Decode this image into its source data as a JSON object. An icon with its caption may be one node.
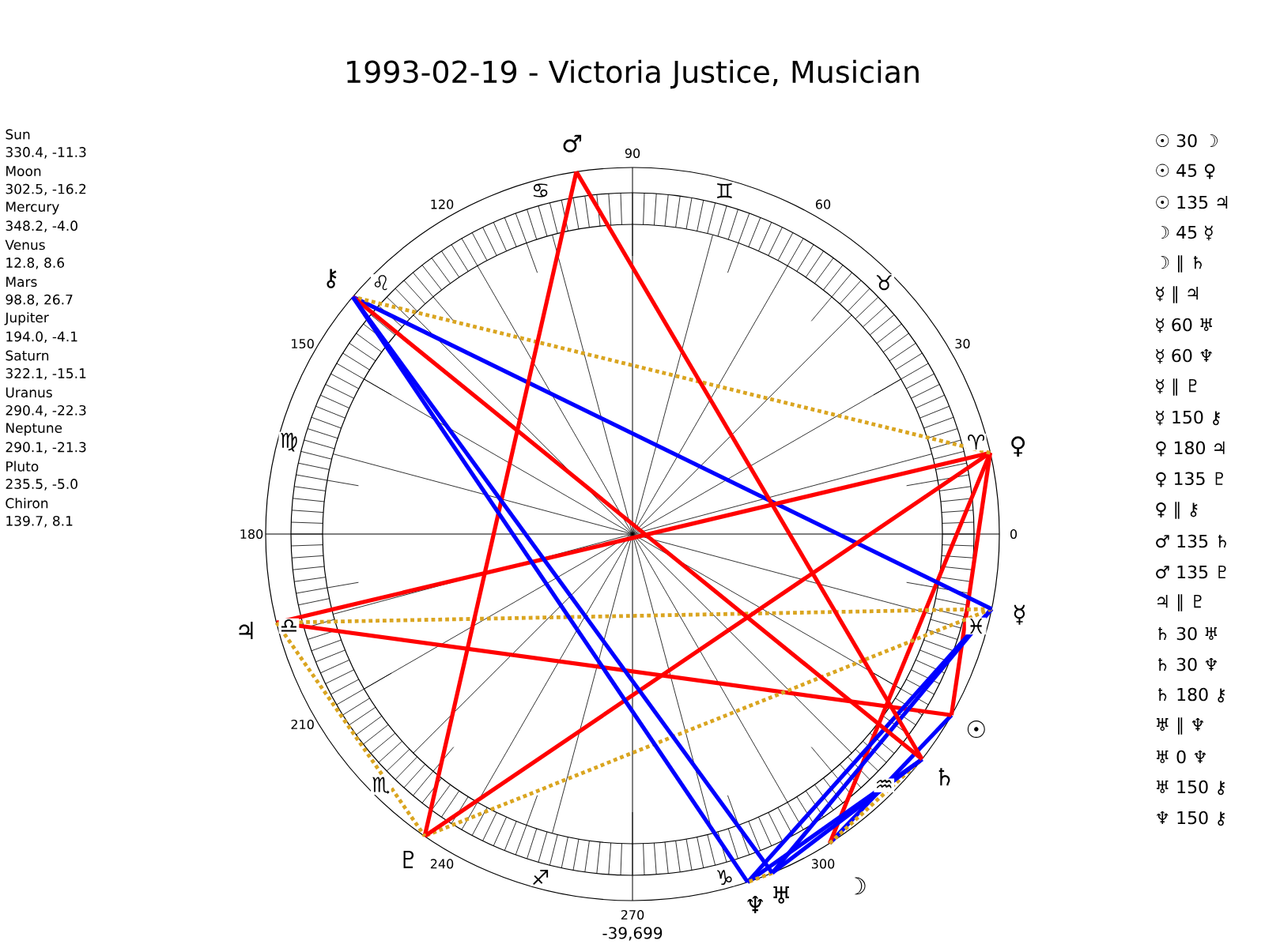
{
  "diagram": {
    "title": "1993-02-19 - Victoria Justice, Musician",
    "nodes": [
      {
        "text": [
          "☉"
        ]
      },
      {
        "text": [
          "☽"
        ]
      },
      {
        "text": [
          "☿"
        ]
      },
      {
        "text": [
          "♀"
        ]
      },
      {
        "text": [
          "♂"
        ]
      },
      {
        "text": [
          "♃"
        ]
      },
      {
        "text": [
          "♄"
        ]
      },
      {
        "text": [
          "♅"
        ]
      },
      {
        "text": [
          "♆"
        ]
      },
      {
        "text": [
          "♇"
        ]
      },
      {
        "text": [
          "⚷"
        ]
      }
    ],
    "edges": [
      {
        "from": 0,
        "to": 1,
        "arrow": "none"
      },
      {
        "from": 0,
        "to": 3,
        "arrow": "none",
        "color": "#ff0000"
      },
      {
        "from": 0,
        "to": 5,
        "arrow": "none",
        "color": "#ff0000"
      },
      {
        "from": 1,
        "to": 3,
        "arrow": "none",
        "color": "#ff0000"
      },
      {
        "from": 1,
        "to": 6,
        "arrow": "none",
        "style": "dashed",
        "color": "#daa520"
      },
      {
        "from": 2,
        "to": 5,
        "arrow": "none",
        "style": "dashed",
        "color": "#daa520"
      },
      {
        "from": 2,
        "to": 7,
        "arrow": "none"
      },
      {
        "from": 2,
        "to": 8,
        "arrow": "none"
      },
      {
        "from": 2,
        "to": 9,
        "arrow": "none",
        "style": "dashed",
        "color": "#daa520"
      },
      {
        "from": 2,
        "to": 10,
        "arrow": "none"
      },
      {
        "from": 3,
        "to": 5,
        "arrow": "none",
        "color": "#ff0000"
      },
      {
        "from": 3,
        "to": 9,
        "arrow": "none",
        "color": "#ff0000"
      },
      {
        "from": 3,
        "to": 10,
        "arrow": "none",
        "style": "dashed",
        "color": "#daa520"
      },
      {
        "from": 4,
        "to": 6,
        "arrow": "none",
        "color": "#ff0000"
      },
      {
        "from": 4,
        "to": 9,
        "arrow": "none",
        "color": "#ff0000"
      },
      {
        "from": 5,
        "to": 9,
        "arrow": "none",
        "style": "dashed",
        "color": "#daa520"
      },
      {
        "from": 6,
        "to": 7,
        "arrow": "none"
      },
      {
        "from": 6,
        "to": 8,
        "arrow": "none"
      },
      {
        "from": 6,
        "to": 10,
        "arrow": "none",
        "color": "#ff0000"
      },
      {
        "from": 7,
        "to": 8,
        "arrow": "none",
        "style": "dashed",
        "color": "#daa520"
      },
      {
        "from": 7,
        "to": 10,
        "arrow": "none"
      },
      {
        "from": 8,
        "to": 10,
        "arrow": "none"
      }
    ],
    "labels": [
      "Sun",
      "330.4, -11.3",
      "Moon",
      "302.5, -16.2",
      "Mercury",
      "348.2, -4.0",
      "Venus",
      "12.8, 8.6",
      "Mars",
      "98.8, 26.7",
      "Jupiter",
      "194.0, -4.1",
      "Saturn",
      "322.1, -15.1",
      "Uranus",
      "290.4, -22.3",
      "Neptune",
      "290.1, -21.3",
      "Pluto",
      "235.5, -5.0",
      "Chiron",
      "139.7, 8.1",
      "90",
      "120",
      "60",
      "150",
      "30",
      "180",
      "0",
      "210",
      "240",
      "300",
      "270",
      "♋",
      "♊",
      "♌",
      "♉",
      "♍",
      "♈",
      "♎",
      "♓",
      "♏",
      "♒",
      "♐",
      "♑",
      "☉ 30 ☽",
      "☉ 45 ♀",
      "☉ 135 ♃",
      "☽ 45 ☿",
      "☽ ∥ ♄",
      "☿ ∥ ♃",
      "☿ 60 ♅",
      "☿ 60 ♆",
      "☿ ∥ ♇",
      "☿ 150 ⚷",
      "♀ 180 ♃",
      "♀ 135 ♇",
      "♀ ∥ ⚷",
      "♂ 135 ♄",
      "♂ 135 ♇",
      "♃ ∥ ♇",
      "♄ 30 ♅",
      "♄ 30 ♆",
      "♄ 180 ⚷",
      "♅ ∥ ♆",
      "♅ 0 ♆",
      "♅ 150 ⚷",
      "♆ 150 ⚷",
      "-39,699"
    ]
  }
}
